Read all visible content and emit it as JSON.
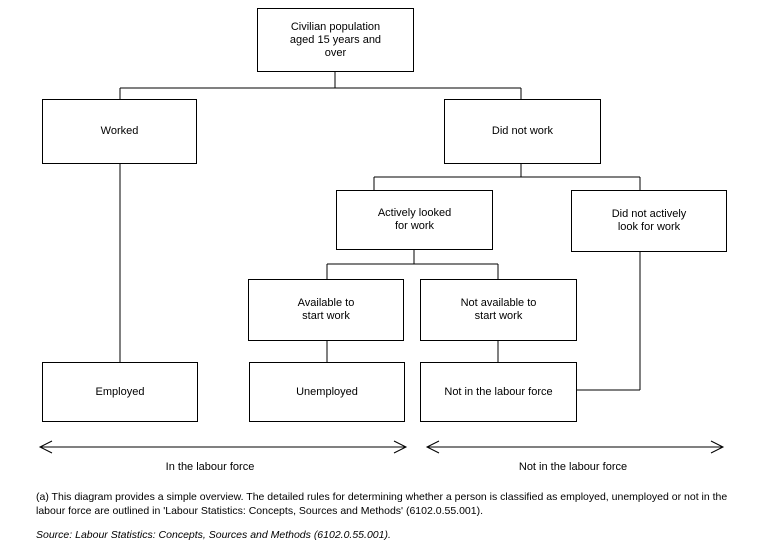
{
  "nodes": {
    "root": "Civilian population\naged 15 years and\nover",
    "worked": "Worked",
    "did_not_work": "Did not work",
    "actively_looked": "Actively looked\nfor work",
    "did_not_actively_look": "Did not actively\nlook for work",
    "available": "Available to\nstart work",
    "not_available": "Not available to\nstart work",
    "employed": "Employed",
    "unemployed": "Unemployed",
    "not_in_labour_force": "Not in the labour force"
  },
  "zones": {
    "in_labour_force": "In the labour force",
    "not_in_labour_force": "Not in the labour force"
  },
  "footnote": "(a) This diagram provides a simple overview. The detailed rules for determining whether a person is classified as employed, unemployed or not in the labour force are outlined in 'Labour Statistics: Concepts, Sources and Methods' (6102.0.55.001).",
  "source": "Source: Labour Statistics: Concepts, Sources and Methods (6102.0.55.001)."
}
